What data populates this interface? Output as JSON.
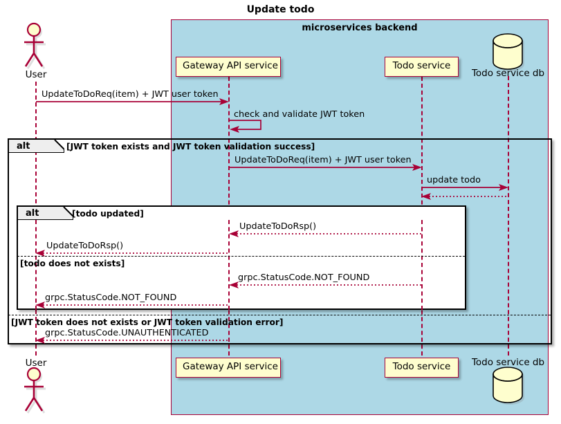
{
  "title": "Update todo",
  "group": {
    "label": "microservices backend",
    "fill": "#ADD8E6",
    "border": "#A80036"
  },
  "colors": {
    "participant_fill": "#FEFECE",
    "participant_border": "#A80036",
    "arrow": "#A80036",
    "frame": "#000000",
    "tab_fill": "#EEEEEE"
  },
  "participants": [
    {
      "id": "user",
      "label": "User",
      "type": "actor",
      "icon": "actor-stick-figure"
    },
    {
      "id": "gateway",
      "label": "Gateway API service",
      "type": "participant"
    },
    {
      "id": "todo",
      "label": "Todo service",
      "type": "participant"
    },
    {
      "id": "tododb",
      "label": "Todo service db",
      "type": "database",
      "icon": "database-cylinder-icon"
    }
  ],
  "messages": [
    {
      "id": "m1",
      "from": "user",
      "to": "gateway",
      "label": "UpdateToDoReq(item) + JWT user token",
      "style": "solid"
    },
    {
      "id": "m2",
      "from": "gateway",
      "to": "gateway",
      "label": "check and validate JWT token",
      "style": "solid-self"
    },
    {
      "id": "m3",
      "from": "gateway",
      "to": "todo",
      "label": "UpdateToDoReq(item) + JWT user token",
      "style": "solid"
    },
    {
      "id": "m4",
      "from": "todo",
      "to": "tododb",
      "label": "update todo",
      "style": "solid"
    },
    {
      "id": "m5",
      "from": "tododb",
      "to": "todo",
      "label": "",
      "style": "dotted"
    },
    {
      "id": "m6",
      "from": "todo",
      "to": "gateway",
      "label": "UpdateToDoRsp()",
      "style": "dotted"
    },
    {
      "id": "m7",
      "from": "gateway",
      "to": "user",
      "label": "UpdateToDoRsp()",
      "style": "dotted"
    },
    {
      "id": "m8",
      "from": "todo",
      "to": "gateway",
      "label": "grpc.StatusCode.NOT_FOUND",
      "style": "dotted"
    },
    {
      "id": "m9",
      "from": "gateway",
      "to": "user",
      "label": "grpc.StatusCode.NOT_FOUND",
      "style": "dotted"
    },
    {
      "id": "m10",
      "from": "gateway",
      "to": "user",
      "label": "grpc.StatusCode.UNAUTHENTICATED",
      "style": "dotted"
    }
  ],
  "frames": {
    "outer": {
      "keyword": "alt",
      "condition": "[JWT token exists and JWT token validation success]",
      "else_condition": "[JWT token does not exists or JWT token validation error]"
    },
    "inner": {
      "keyword": "alt",
      "condition": "[todo updated]",
      "else_condition": "[todo does not exists]"
    }
  }
}
